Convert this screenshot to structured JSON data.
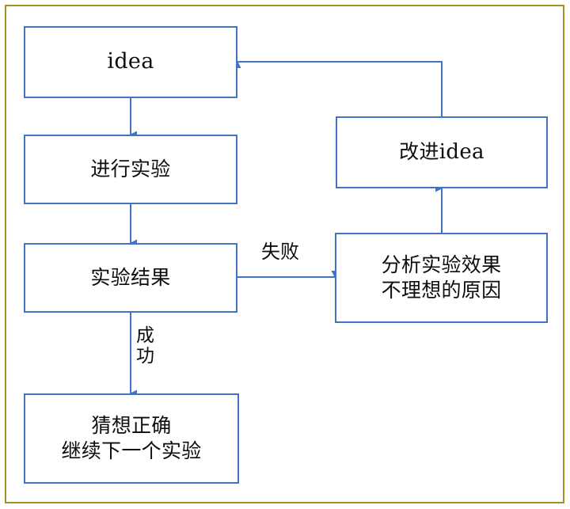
{
  "diagram": {
    "title": "experiment-iteration-flowchart",
    "colors": {
      "node_border": "#4472C4",
      "connector": "#4472C4",
      "outer_frame": "#A89023",
      "text": "#0D0D0D",
      "background": "#FFFFFF"
    },
    "nodes": [
      {
        "id": "idea",
        "label": "idea",
        "name": "node-idea"
      },
      {
        "id": "experiment",
        "label": "进行实验",
        "name": "node-experiment"
      },
      {
        "id": "result",
        "label": "实验结果",
        "name": "node-result"
      },
      {
        "id": "success",
        "label": "猜想正确\n继续下一个实验",
        "name": "node-success"
      },
      {
        "id": "improve",
        "label_cn": "改进",
        "label_en": "idea",
        "name": "node-improve"
      },
      {
        "id": "analyze",
        "label": "分析实验效果\n不理想的原因",
        "name": "node-analyze"
      }
    ],
    "edges": [
      {
        "id": "idea-to-experiment",
        "from": "idea",
        "to": "experiment",
        "label": ""
      },
      {
        "id": "experiment-to-result",
        "from": "experiment",
        "to": "result",
        "label": ""
      },
      {
        "id": "result-to-analyze",
        "from": "result",
        "to": "analyze",
        "label": "失败"
      },
      {
        "id": "result-to-success",
        "from": "result",
        "to": "success",
        "label": "成\n功"
      },
      {
        "id": "analyze-to-improve",
        "from": "analyze",
        "to": "improve",
        "label": ""
      },
      {
        "id": "improve-to-idea",
        "from": "improve",
        "to": "idea",
        "label": ""
      }
    ],
    "edge_labels": {
      "fail": "失败",
      "success": "成\n功"
    }
  }
}
